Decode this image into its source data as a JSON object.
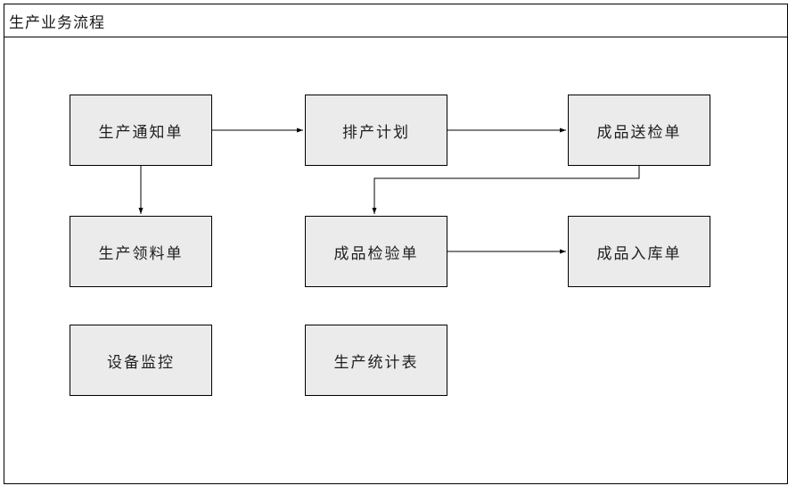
{
  "diagram": {
    "title": "生产业务流程",
    "nodes": [
      {
        "id": "production-notice",
        "label": "生产通知单"
      },
      {
        "id": "scheduling-plan",
        "label": "排产计划"
      },
      {
        "id": "finished-goods-submission",
        "label": "成品送检单"
      },
      {
        "id": "material-requisition",
        "label": "生产领料单"
      },
      {
        "id": "finished-goods-inspection",
        "label": "成品检验单"
      },
      {
        "id": "finished-goods-warehouse",
        "label": "成品入库单"
      },
      {
        "id": "equipment-monitoring",
        "label": "设备监控"
      },
      {
        "id": "production-statistics",
        "label": "生产统计表"
      }
    ],
    "edges": [
      {
        "from": "生产通知单",
        "to": "排产计划"
      },
      {
        "from": "排产计划",
        "to": "成品送检单"
      },
      {
        "from": "生产通知单",
        "to": "生产领料单"
      },
      {
        "from": "成品送检单",
        "to": "成品检验单"
      },
      {
        "from": "成品检验单",
        "to": "成品入库单"
      }
    ],
    "colors": {
      "node_fill": "#ebebeb",
      "node_border": "#000000",
      "connector": "#000000",
      "frame_border": "#000000",
      "background": "#ffffff"
    }
  }
}
